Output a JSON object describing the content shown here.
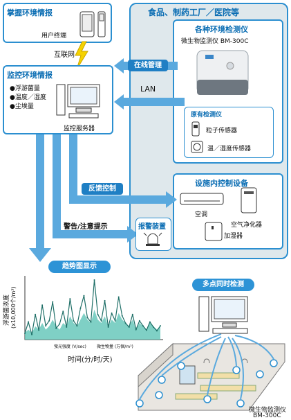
{
  "facility_title": "食品、制药工厂／医院等",
  "internet_label": "互联网",
  "lan_label": "LAN",
  "grasp": {
    "title": "掌握环境情报",
    "terminal_label": "用户终端"
  },
  "monitor": {
    "title": "监控环境情报",
    "items": [
      "●浮游菌量",
      "●温度／湿度",
      "●尘埃量"
    ],
    "server_label": "监控服务器"
  },
  "instruments": {
    "title": "各种环境检测仪",
    "device_label": "微生物监测仪 BM-300C"
  },
  "existing": {
    "title": "原有检测仪",
    "sensors": [
      "粒子传感器",
      "温／湿度传感器"
    ]
  },
  "controls": {
    "title": "设施内控制设备",
    "devices": [
      "空调",
      "空气净化器",
      "加湿器"
    ]
  },
  "alarm": {
    "title": "报警装置"
  },
  "arrows": {
    "online": "在线管理",
    "feedback": "反馈控制",
    "warning": "警告/注意提示",
    "trend": "趋势图显示"
  },
  "chart": {
    "ylabel_line1": "浮游菌浓度",
    "ylabel_line2": "(x10,000个/m³)",
    "legend1": "萤光强度 (V/sec)",
    "legend2": "微生物量 (万個/m³)",
    "xlabel": "时间(分/时/天)"
  },
  "multipoint": {
    "title": "多点同时检测",
    "device_line1": "微生物监测仪",
    "device_line2": "BM-300C"
  },
  "chart_data": {
    "type": "line",
    "series": [
      {
        "name": "萤光强度 (V/sec)",
        "values": [
          2,
          3,
          2,
          4,
          3,
          5,
          3,
          4,
          6,
          4,
          3,
          5,
          4,
          7,
          5,
          4,
          6,
          8,
          6,
          5,
          9,
          6,
          5,
          7,
          4,
          6,
          5,
          8,
          6,
          5,
          4,
          6,
          3,
          5,
          4,
          3,
          5,
          4,
          3,
          4
        ]
      },
      {
        "name": "微生物量 (万個/m³)",
        "values": [
          10,
          28,
          8,
          40,
          15,
          55,
          22,
          30,
          60,
          18,
          25,
          45,
          20,
          65,
          30,
          22,
          50,
          70,
          35,
          28,
          95,
          40,
          30,
          62,
          20,
          42,
          30,
          68,
          38,
          26,
          20,
          40,
          16,
          30,
          22,
          15,
          28,
          20,
          14,
          22
        ]
      }
    ]
  }
}
